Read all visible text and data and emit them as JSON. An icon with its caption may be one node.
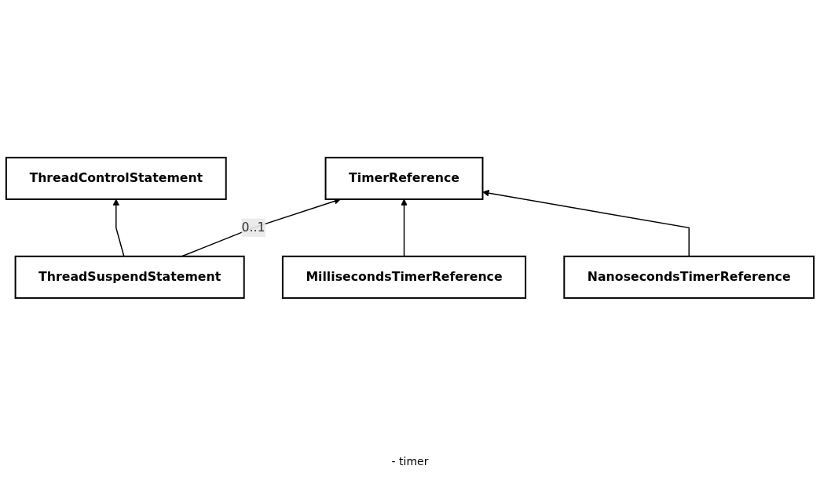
{
  "diagram": {
    "nodes": [
      {
        "text": [
          "ThreadControlStatement"
        ]
      },
      {
        "text": [
          "ThreadSuspendStatement"
        ]
      },
      {
        "text": [
          "TimerReference"
        ]
      },
      {
        "text": [
          "MillisecondsTimerReference"
        ]
      },
      {
        "text": [
          "NanosecondsTimerReference"
        ]
      }
    ],
    "edges": [
      {
        "from": 1,
        "to": 0,
        "arrow": "to"
      },
      {
        "from": 1,
        "to": 2,
        "arrow": "to",
        "label": "0..1"
      },
      {
        "from": 3,
        "to": 2,
        "arrow": "to"
      },
      {
        "from": 4,
        "to": 2,
        "arrow": "to"
      }
    ],
    "labels": [
      "- timer"
    ]
  }
}
